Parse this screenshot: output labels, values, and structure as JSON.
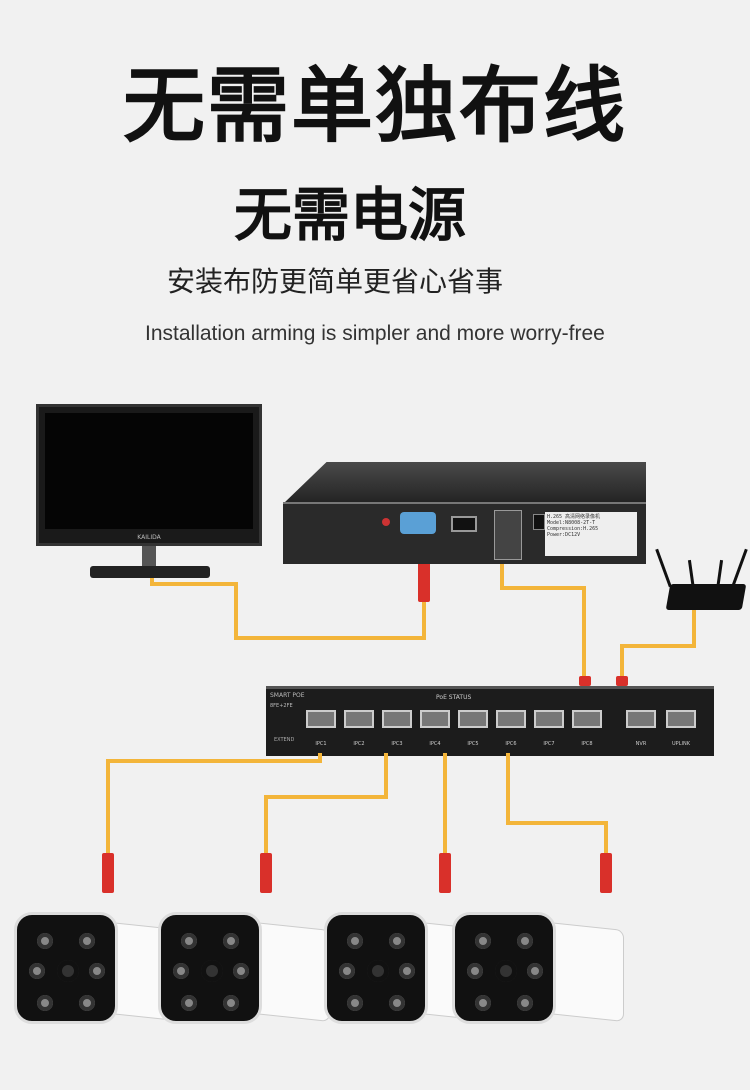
{
  "headline": "无需单独布线",
  "subheadline": "无需电源",
  "tagline_cn": "安装布防更简单更省心省事",
  "tagline_en": "Installation arming is simpler and more worry-free",
  "monitor": {
    "brand": "KAILIDA"
  },
  "nvr": {
    "label_lines": [
      "H.265 高清网络录像机",
      "Model:N8008-2T-T",
      "Compression:H.265",
      "Power:DC12V"
    ]
  },
  "switch": {
    "brand": "SMART POE",
    "model": "8FE+2FE",
    "poe_status_label": "PoE STATUS",
    "extend_label": "EXTEND",
    "ports": [
      "IPC1",
      "IPC2",
      "IPC3",
      "IPC4",
      "IPC5",
      "IPC6",
      "IPC7",
      "IPC8"
    ],
    "uplink_ports": [
      "NVR",
      "UPLINK"
    ]
  },
  "colors": {
    "cable": "#f3b53a",
    "connector": "#d9302a",
    "background": "#f1f1f1"
  }
}
